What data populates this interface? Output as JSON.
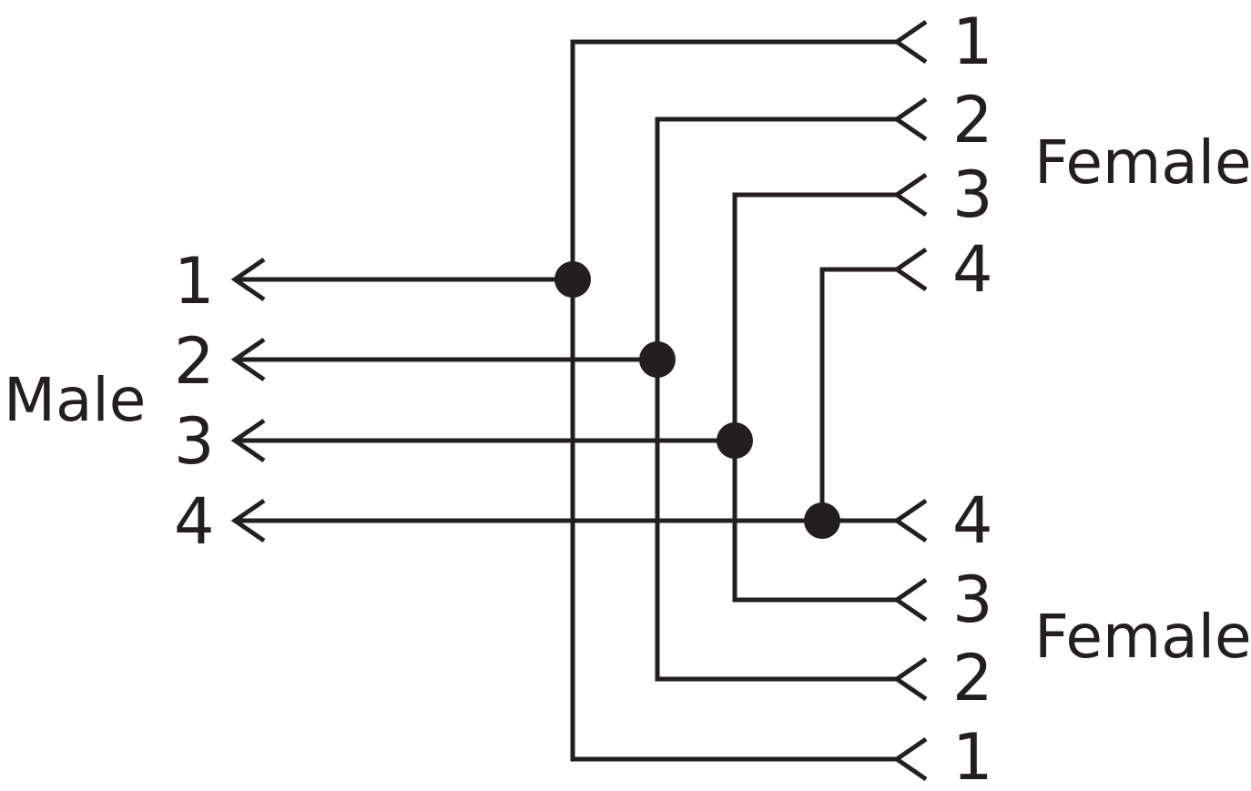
{
  "labels": {
    "male": "Male",
    "female_top": "Female",
    "female_bottom": "Female"
  },
  "male_pins": [
    "1",
    "2",
    "3",
    "4"
  ],
  "female_top_pins": [
    "1",
    "2",
    "3",
    "4"
  ],
  "female_bottom_pins": [
    "4",
    "3",
    "2",
    "1"
  ],
  "colors": {
    "line": "#231f20",
    "background": "#ffffff"
  }
}
